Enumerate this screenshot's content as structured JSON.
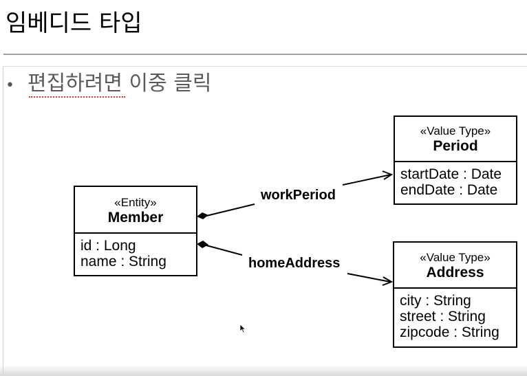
{
  "slide": {
    "title": "임베디드 타입",
    "bullet": "편집하려면 이중 클릭"
  },
  "classes": {
    "member": {
      "stereotype": "«Entity»",
      "name": "Member",
      "attributes": [
        "id : Long",
        "name : String"
      ]
    },
    "period": {
      "stereotype": "«Value Type»",
      "name": "Period",
      "attributes": [
        "startDate : Date",
        "endDate : Date"
      ]
    },
    "address": {
      "stereotype": "«Value Type»",
      "name": "Address",
      "attributes": [
        "city : String",
        "street : String",
        "zipcode : String"
      ]
    }
  },
  "associations": {
    "work_period": "workPeriod",
    "home_address": "homeAddress"
  },
  "icons": {
    "cursor": "mouse-pointer-icon",
    "bullet": "bullet-dot-icon"
  }
}
